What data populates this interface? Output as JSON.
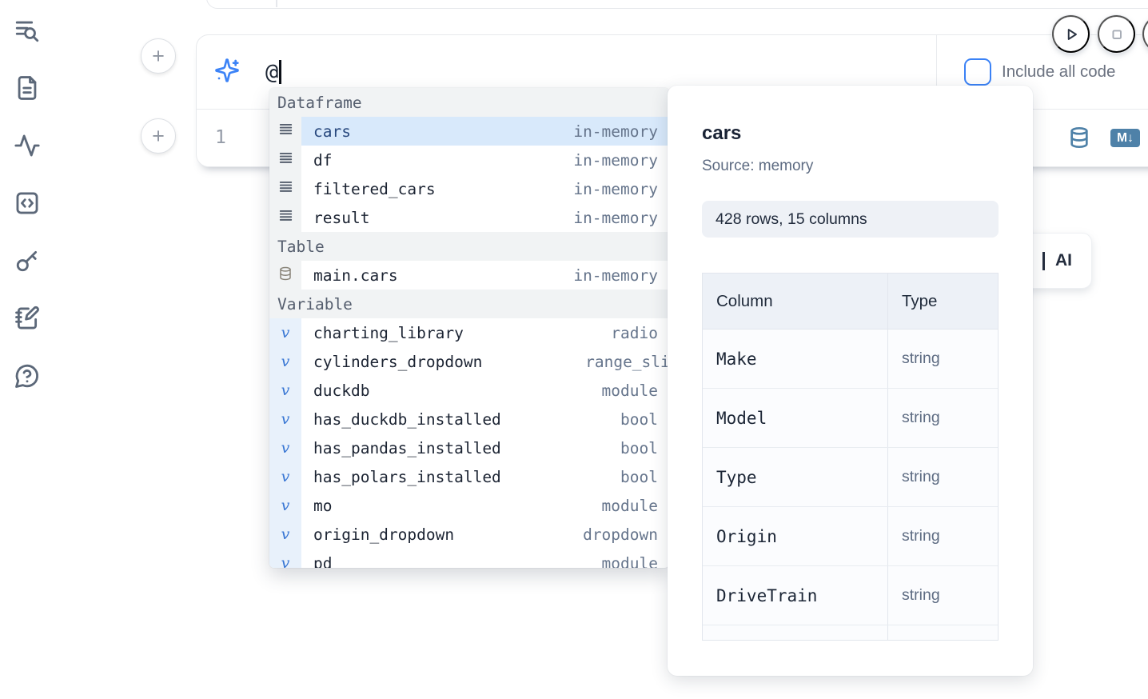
{
  "sidebar": {
    "icons": [
      {
        "id": "list-search"
      },
      {
        "id": "file-text"
      },
      {
        "id": "activity"
      },
      {
        "id": "code-square"
      },
      {
        "id": "key"
      },
      {
        "id": "notebook-pen"
      },
      {
        "id": "help-circle"
      }
    ]
  },
  "toolbar": {
    "add_cell_label": "+"
  },
  "prompt": {
    "value": "@",
    "include_all_code_label": "Include all code"
  },
  "cell": {
    "line_number": "1",
    "markdown_badge": "M↓"
  },
  "autocomplete": {
    "sections": [
      {
        "label": "Dataframe",
        "items": [
          {
            "icon": "rows",
            "label": "cars",
            "type": "in-memory",
            "selected": true
          },
          {
            "icon": "rows",
            "label": "df",
            "type": "in-memory"
          },
          {
            "icon": "rows",
            "label": "filtered_cars",
            "type": "in-memory"
          },
          {
            "icon": "rows",
            "label": "result",
            "type": "in-memory"
          }
        ]
      },
      {
        "label": "Table",
        "items": [
          {
            "icon": "database",
            "label": "main.cars",
            "type": "in-memory"
          }
        ]
      },
      {
        "label": "Variable",
        "items": [
          {
            "icon": "variable",
            "label": "charting_library",
            "type": "radio"
          },
          {
            "icon": "variable",
            "label": "cylinders_dropdown",
            "type": "range_slider",
            "type_overflow": true
          },
          {
            "icon": "variable",
            "label": "duckdb",
            "type": "module"
          },
          {
            "icon": "variable",
            "label": "has_duckdb_installed",
            "type": "bool"
          },
          {
            "icon": "variable",
            "label": "has_pandas_installed",
            "type": "bool"
          },
          {
            "icon": "variable",
            "label": "has_polars_installed",
            "type": "bool"
          },
          {
            "icon": "variable",
            "label": "mo",
            "type": "module"
          },
          {
            "icon": "variable",
            "label": "origin_dropdown",
            "type": "dropdown"
          },
          {
            "icon": "variable",
            "label": "pd",
            "type": "module"
          }
        ]
      }
    ]
  },
  "preview_panel": {
    "title": "cars",
    "source": "Source: memory",
    "summary": "428 rows, 15 columns",
    "table": {
      "headers": [
        "Column",
        "Type"
      ],
      "rows": [
        [
          "Make",
          "string"
        ],
        [
          "Model",
          "string"
        ],
        [
          "Type",
          "string"
        ],
        [
          "Origin",
          "string"
        ],
        [
          "DriveTrain",
          "string"
        ]
      ],
      "partial_row": true
    }
  },
  "ai_button": {
    "visible_label": "AI"
  },
  "colors": {
    "accent": "#3b82f6",
    "steel_blue": "#4e81a8",
    "selection": "#d8e9fb"
  }
}
